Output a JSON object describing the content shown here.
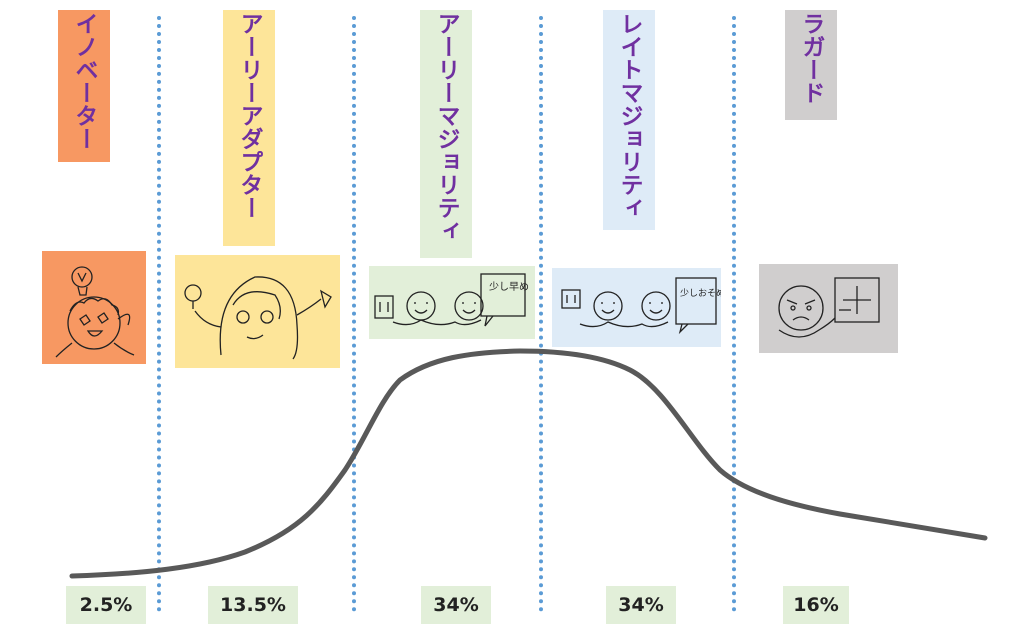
{
  "segments": [
    {
      "label": "イノベーター",
      "percent": "2.5%",
      "color": "#f79862",
      "text_color": "#7030a0",
      "note": ""
    },
    {
      "label": "アーリーアダプター",
      "percent": "13.5%",
      "color": "#fde599",
      "text_color": "#7030a0",
      "note": ""
    },
    {
      "label": "アーリーマジョリティ",
      "percent": "34%",
      "color": "#e2efd9",
      "text_color": "#7030a0",
      "note": "少し早め"
    },
    {
      "label": "レイトマジョリティ",
      "percent": "34%",
      "color": "#deebf7",
      "text_color": "#7030a0",
      "note": "少しおそめ"
    },
    {
      "label": "ラガード",
      "percent": "16%",
      "color": "#d0cece",
      "text_color": "#7030a0",
      "note": "ボタン"
    }
  ],
  "colors": {
    "divider": "#5b9bd5",
    "curve": "#595959",
    "percent_bg": "#e2efd9"
  }
}
